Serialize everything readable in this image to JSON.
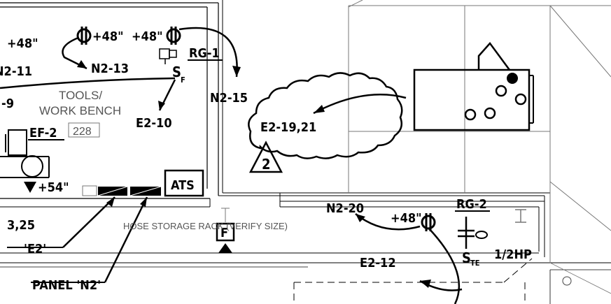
{
  "labels": {
    "h48_left": "+48\"",
    "h48_a": "+48\"",
    "h48_b": "+48\"",
    "n2_11": "N2-11",
    "n2_13": "N2-13",
    "n2_15": "N2-15",
    "rg1": "RG-1",
    "tools": "TOOLS/",
    "workbench": "WORK BENCH",
    "nine": "-9",
    "e2_10": "E2-10",
    "ef2": "EF-2",
    "room": "228",
    "e2_1921": "E2-19,21",
    "rev": "2",
    "h54": "+54\"",
    "ats": "ATS",
    "n2_20": "N2-20",
    "h48_c": "+48\"",
    "rg2": "RG-2",
    "three25": "3,25",
    "hose": "HOSE STORAGE RACK (VERIFY SIZE)",
    "f": "F",
    "e2_panel": "'E2'",
    "e2_12": "E2-12",
    "te": "TE",
    "hp": "1/2HP",
    "s": "S",
    "s_sub": "F",
    "panel_n2": "PANEL 'N2'",
    "i_mark": "I"
  }
}
